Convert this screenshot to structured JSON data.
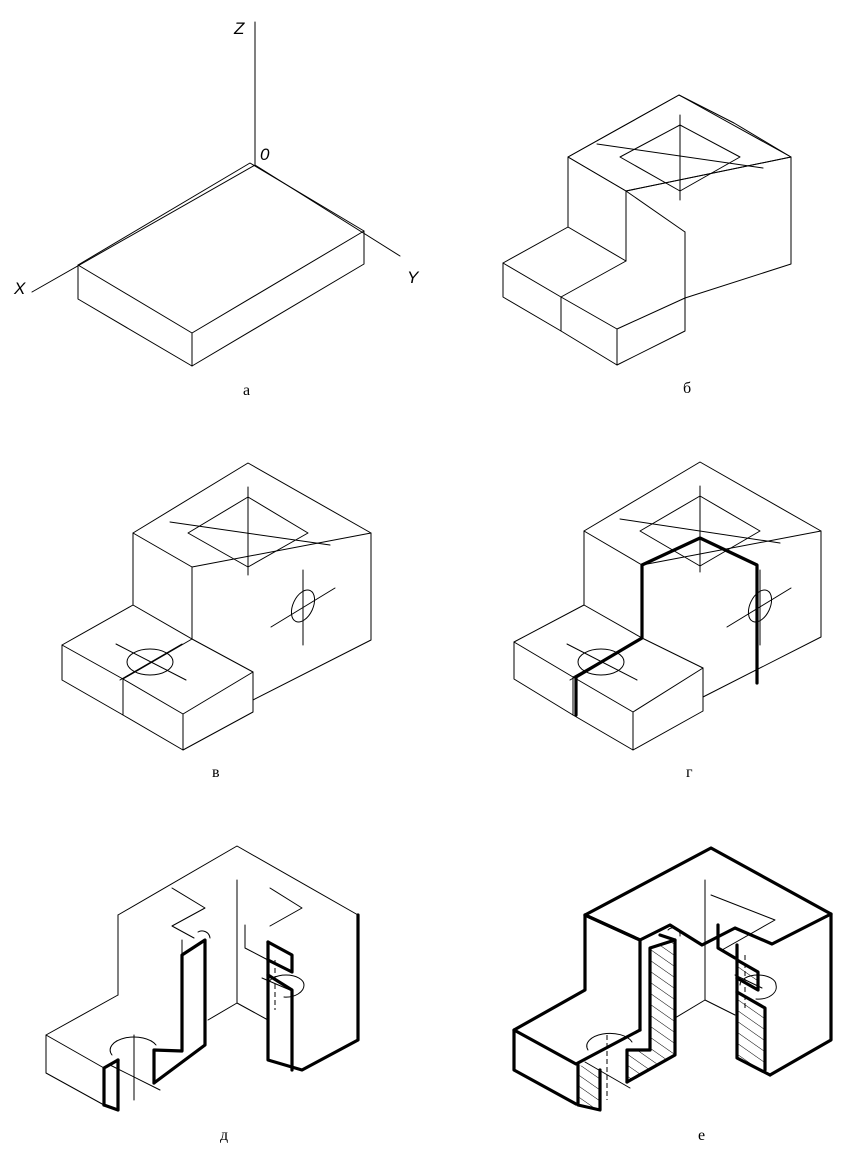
{
  "axes": {
    "z": "Z",
    "origin": "0",
    "x": "X",
    "y": "Y"
  },
  "figures": [
    {
      "id": "a",
      "label": "а"
    },
    {
      "id": "b",
      "label": "б"
    },
    {
      "id": "v",
      "label": "в"
    },
    {
      "id": "g",
      "label": "г"
    },
    {
      "id": "d",
      "label": "д"
    },
    {
      "id": "e",
      "label": "е"
    }
  ]
}
